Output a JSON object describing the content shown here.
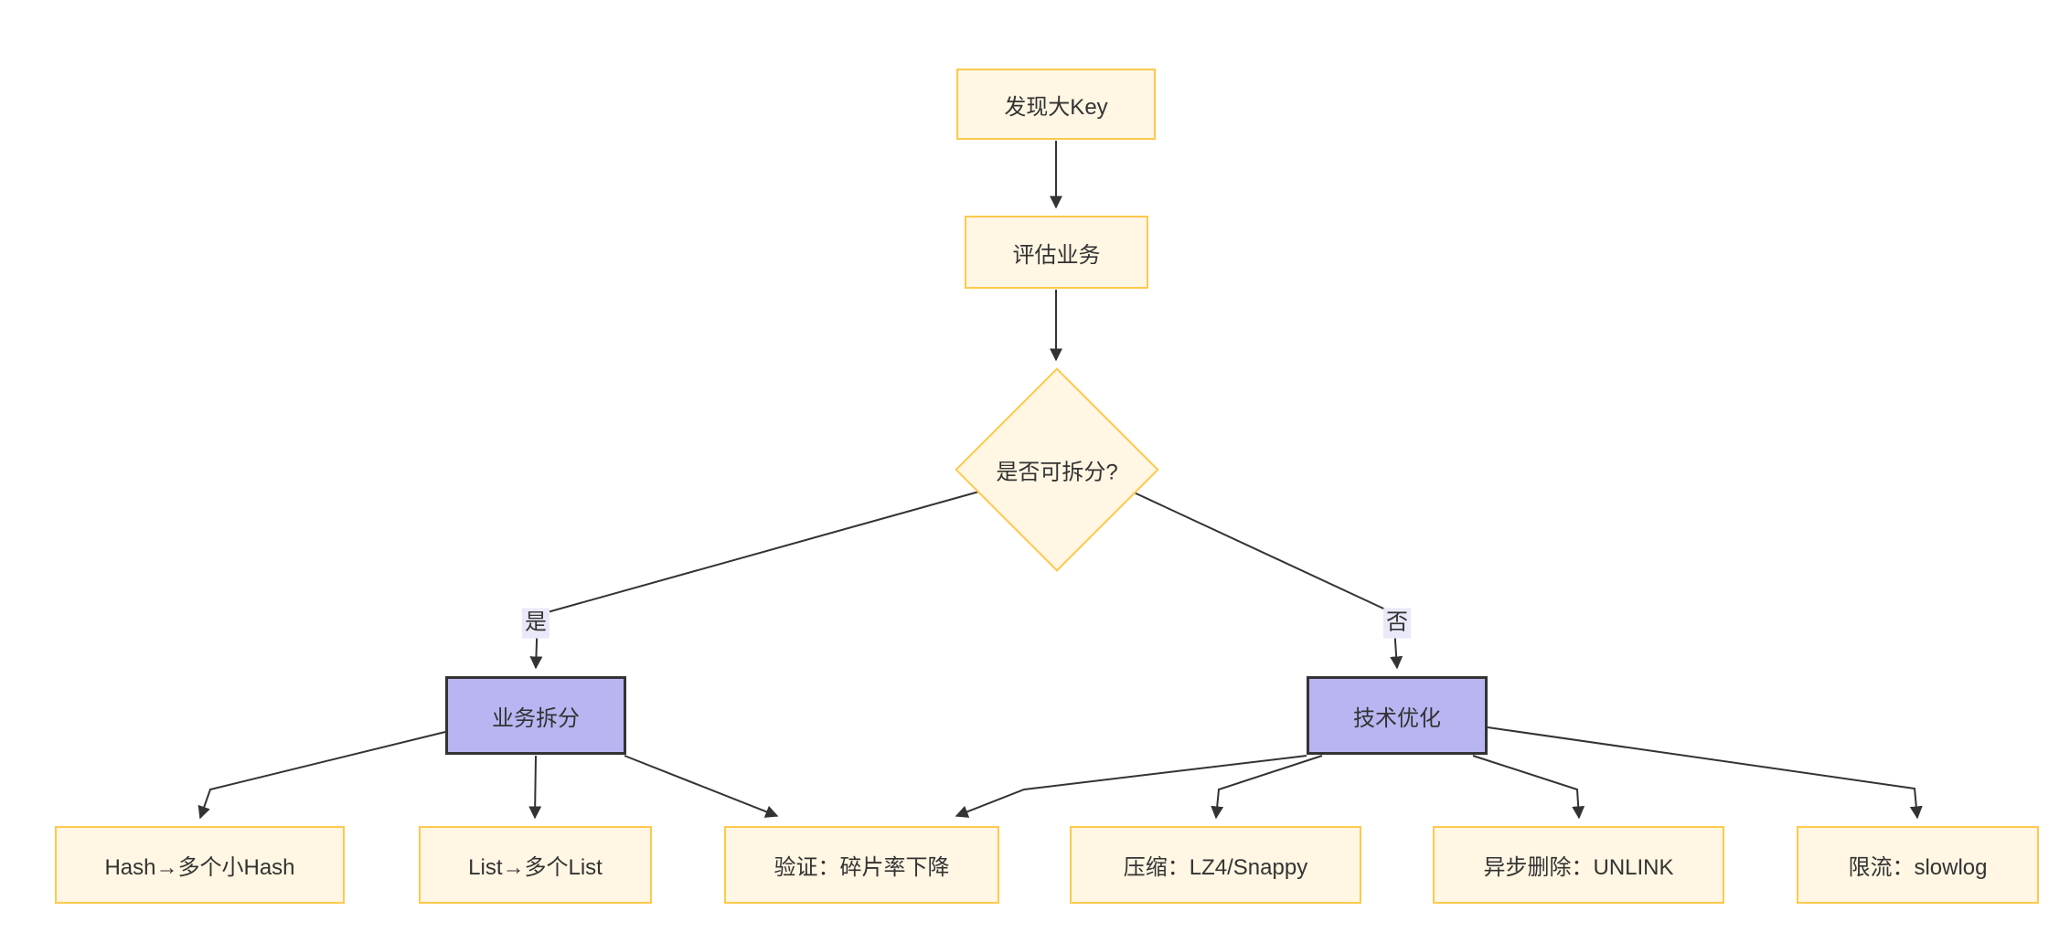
{
  "diagram": {
    "type": "flowchart",
    "background": "#FFFFFF",
    "colors": {
      "node_fill": "#FFF6E3",
      "node_border": "#FFC94D",
      "accent_fill": "#B8B5F2",
      "accent_border": "#333333",
      "edge": "#333333",
      "label_bg": "#E9E9F9",
      "text": "#333333"
    },
    "nodes": {
      "discover": {
        "label": "发现大Key",
        "shape": "rect"
      },
      "assess": {
        "label": "评估业务",
        "shape": "rect"
      },
      "splittable": {
        "label": "是否可拆分?",
        "shape": "diamond"
      },
      "biz_split": {
        "label": "业务拆分",
        "shape": "rect-accent"
      },
      "tech_opt": {
        "label": "技术优化",
        "shape": "rect-accent"
      },
      "hash": {
        "label": "Hash→多个小Hash",
        "shape": "rect"
      },
      "list": {
        "label": "List→多个List",
        "shape": "rect"
      },
      "verify": {
        "label": "验证：碎片率下降",
        "shape": "rect"
      },
      "compress": {
        "label": "压缩：LZ4/Snappy",
        "shape": "rect"
      },
      "unlink": {
        "label": "异步删除：UNLINK",
        "shape": "rect"
      },
      "slowlog": {
        "label": "限流：slowlog",
        "shape": "rect"
      }
    },
    "edge_labels": {
      "yes": "是",
      "no": "否"
    },
    "edges": [
      {
        "from": "discover",
        "to": "assess"
      },
      {
        "from": "assess",
        "to": "splittable"
      },
      {
        "from": "splittable",
        "to": "biz_split",
        "label": "是"
      },
      {
        "from": "splittable",
        "to": "tech_opt",
        "label": "否"
      },
      {
        "from": "biz_split",
        "to": "hash"
      },
      {
        "from": "biz_split",
        "to": "list"
      },
      {
        "from": "biz_split",
        "to": "verify"
      },
      {
        "from": "tech_opt",
        "to": "verify"
      },
      {
        "from": "tech_opt",
        "to": "compress"
      },
      {
        "from": "tech_opt",
        "to": "unlink"
      },
      {
        "from": "tech_opt",
        "to": "slowlog"
      }
    ]
  }
}
